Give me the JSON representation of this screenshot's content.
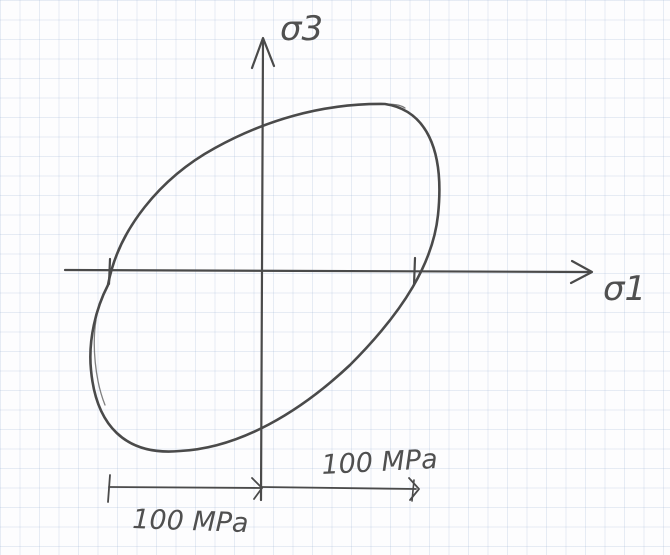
{
  "diagram": {
    "axis_horizontal_label": "σ1",
    "axis_vertical_label": "σ3",
    "dimension_upper_label": "100 MPa",
    "dimension_lower_label": "100 MPa"
  },
  "colors": {
    "ink": "#4a4a4a",
    "grid": "#a3b6d6",
    "paper": "#fdfdfe"
  }
}
